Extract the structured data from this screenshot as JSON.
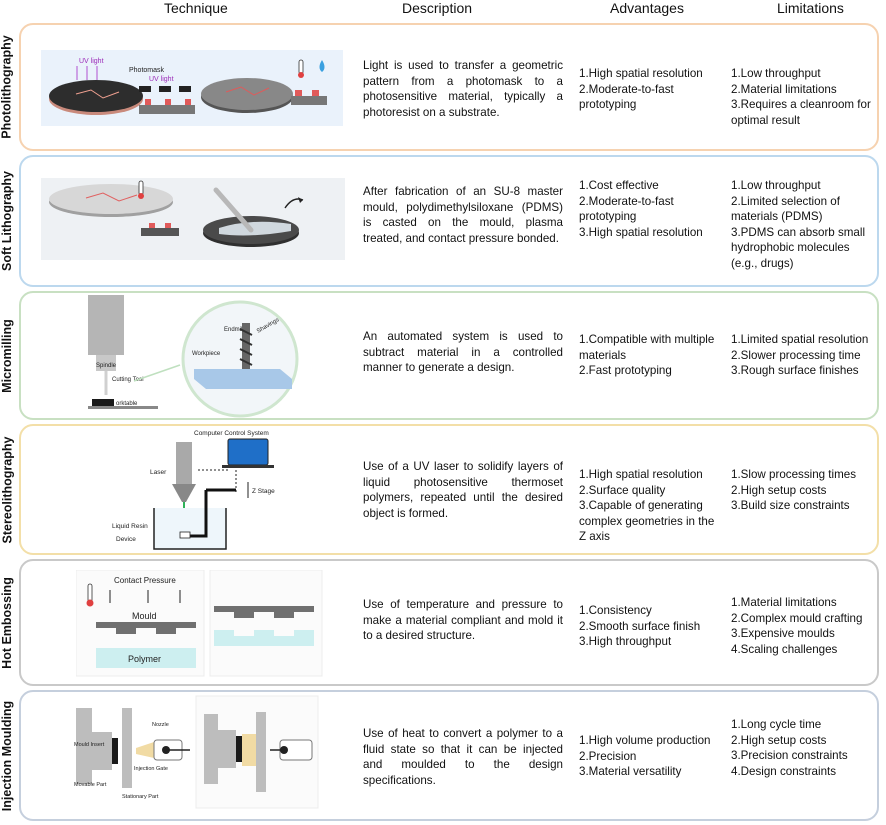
{
  "headers": {
    "technique": "Technique",
    "description": "Description",
    "advantages": "Advantages",
    "limitations": "Limitations"
  },
  "rows": [
    {
      "name": "Photolithography",
      "color": "#f6d2b0",
      "description": "Light is used to transfer a geometric pattern from a photomask to a photosensitive material, typically a photoresist on a substrate.",
      "advantages": [
        "1.High spatial resolution",
        "2.Moderate-to-fast prototyping"
      ],
      "limitations": [
        "1.Low throughput",
        "2.Material limitations",
        "3.Requires a cleanroom for optimal result"
      ],
      "labels": {
        "uv_light_1": "UV light",
        "photomask": "Photomask",
        "uv_light_2": "UV light"
      }
    },
    {
      "name": "Soft Lithography",
      "color": "#bcd8ee",
      "description": "After fabrication of an SU-8 master mould, polydimethylsiloxane (PDMS) is casted on the mould, plasma treated, and contact pressure bonded.",
      "advantages": [
        "1.Cost effective",
        "2.Moderate-to-fast prototyping",
        "3.High spatial resolution"
      ],
      "limitations": [
        "1.Low throughput",
        "2.Limited selection of materials (PDMS)",
        "3.PDMS can absorb small hydrophobic molecules (e.g., drugs)"
      ]
    },
    {
      "name": "Micromilling",
      "color": "#c8e0c2",
      "description": "An automated system is used to subtract material in a controlled manner to generate a design.",
      "advantages": [
        "1.Compatible with multiple materials",
        "2.Fast prototyping"
      ],
      "limitations": [
        "1.Limited spatial resolution",
        "2.Slower processing time",
        "3.Rough surface finishes"
      ],
      "labels": {
        "spindle": "Spindle",
        "cutting_tool": "Cutting Tool",
        "worktable": "orktable",
        "endmill": "Endmill",
        "shavings": "Shavings",
        "workpiece": "Workpiece"
      }
    },
    {
      "name": "Stereolithography",
      "color": "#f3dfa8",
      "description": "Use of a UV laser to solidify layers of liquid photosensitive thermoset polymers, repeated until the desired object is formed.",
      "advantages": [
        "1.High spatial resolution",
        "2.Surface quality",
        "3.Capable of generating complex geometries in the Z axis"
      ],
      "limitations": [
        "1.Slow processing times",
        "2.High setup costs",
        "3.Build size constraints"
      ],
      "labels": {
        "computer": "Computer Control System",
        "laser": "Laser",
        "z_stage": "Z Stage",
        "liquid_resin": "Liquid Resin",
        "device": "Device"
      }
    },
    {
      "name": "Hot Embossing",
      "color": "#c9c9c9",
      "description": "Use of temperature and pressure to make a material compliant and mold it to a desired structure.",
      "advantages": [
        "1.Consistency",
        "2.Smooth surface finish",
        "3.High throughput"
      ],
      "limitations": [
        "1.Material limitations",
        "2.Complex mould crafting",
        "3.Expensive moulds",
        "4.Scaling challenges"
      ],
      "labels": {
        "contact_pressure": "Contact Pressure",
        "mould": "Mould",
        "polymer": "Polymer"
      }
    },
    {
      "name": "Injection Moulding",
      "color": "#c5cfdd",
      "description": "Use of heat to convert a polymer to a fluid state so that it can be injected and moulded to the design specifications.",
      "advantages": [
        "1.High volume production",
        "2.Precision",
        "3.Material versatility"
      ],
      "limitations": [
        "1.Long cycle time",
        "2.High setup costs",
        "3.Precision constraints",
        "4.Design constraints"
      ],
      "labels": {
        "nozzle": "Nozzle",
        "mould_insert": "Mould Insert",
        "injection_gate": "Injection Gate",
        "movable_part": "Movable Part",
        "stationary_part": "Stationary Part"
      }
    }
  ]
}
